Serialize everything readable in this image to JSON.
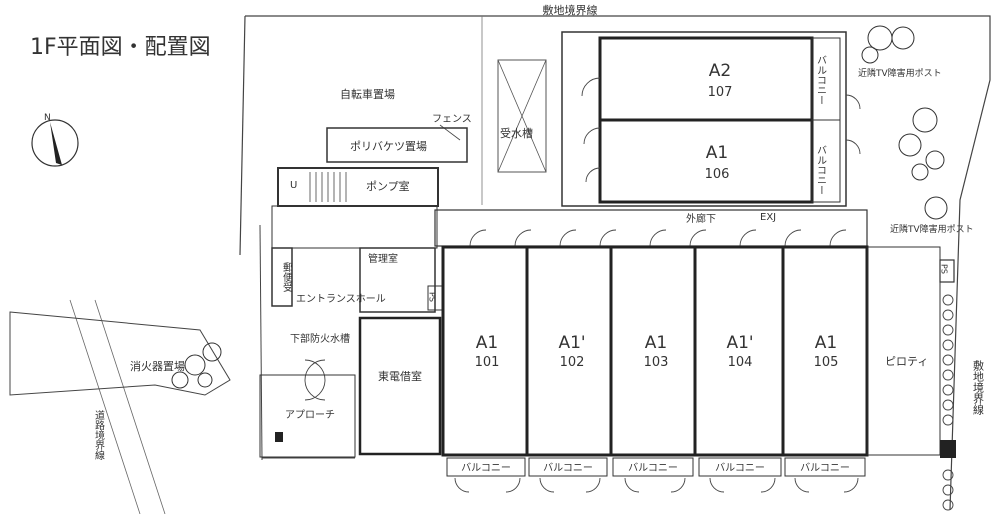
{
  "title": "1F平面図・配置図",
  "boundary_labels": {
    "top": "敷地境界線",
    "right": "敷地境界線",
    "road": "道路境界線"
  },
  "facilities": {
    "bicycle": "自転車置場",
    "fence": "フェンス",
    "water_tank": "受水槽",
    "poly_bucket": "ポリバケツ置場",
    "pump_room": "ポンプ室",
    "corridor": "外廊下",
    "exj": "EXJ",
    "manager_room": "管理室",
    "mailbox": "郵便受",
    "entrance_hall": "エントランスホール",
    "lower_fire_tank": "下部防火水槽",
    "storage": "東電借室",
    "approach": "アプローチ",
    "fire_extinguisher": "消火器置場",
    "piloti": "ピロティ",
    "tv_post_upper": "近隣TV障害用ポスト",
    "tv_post_lower": "近隣TV障害用ポスト",
    "ps": "PS",
    "stair_mark": "U",
    "north": "N"
  },
  "units_top": [
    {
      "type": "A2",
      "no": "107",
      "balcony": "バルコニー"
    },
    {
      "type": "A1",
      "no": "106",
      "balcony": "バルコニー"
    }
  ],
  "units_bottom": [
    {
      "type": "A1",
      "no": "101",
      "balcony": "バルコニー"
    },
    {
      "type": "A1'",
      "no": "102",
      "balcony": "バルコニー"
    },
    {
      "type": "A1",
      "no": "103",
      "balcony": "バルコニー"
    },
    {
      "type": "A1'",
      "no": "104",
      "balcony": "バルコニー"
    },
    {
      "type": "A1",
      "no": "105",
      "balcony": "バルコニー"
    }
  ]
}
